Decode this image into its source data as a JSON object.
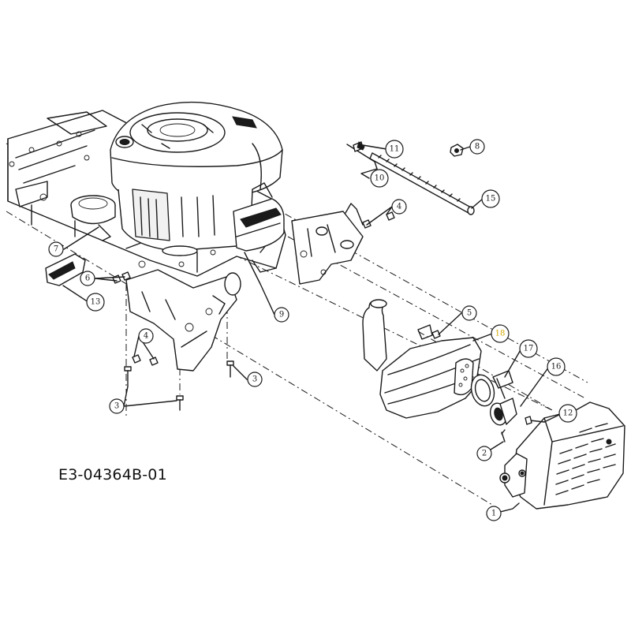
{
  "drawing": {
    "code": "E3-04364B-01"
  },
  "callouts": [
    {
      "id": "c1",
      "label": "1",
      "part": "muffler-heat-shield"
    },
    {
      "id": "c2",
      "label": "2",
      "part": "screw-gasket"
    },
    {
      "id": "c3a",
      "label": "3",
      "part": "bolt"
    },
    {
      "id": "c3b",
      "label": "3",
      "part": "bolt"
    },
    {
      "id": "c4a",
      "label": "4",
      "part": "nut"
    },
    {
      "id": "c4b",
      "label": "4",
      "part": "nut"
    },
    {
      "id": "c5",
      "label": "5",
      "part": "nut"
    },
    {
      "id": "c6",
      "label": "6",
      "part": "screw"
    },
    {
      "id": "c7",
      "label": "7",
      "part": "engine-pulley"
    },
    {
      "id": "c8",
      "label": "8",
      "part": "nut"
    },
    {
      "id": "c9",
      "label": "9",
      "part": "engine"
    },
    {
      "id": "c10",
      "label": "10",
      "part": "cable"
    },
    {
      "id": "c11",
      "label": "11",
      "part": "clip"
    },
    {
      "id": "c12",
      "label": "12",
      "part": "screw"
    },
    {
      "id": "c13",
      "label": "13",
      "part": "belt-guide"
    },
    {
      "id": "c15",
      "label": "15",
      "part": "rod"
    },
    {
      "id": "c16",
      "label": "16",
      "part": "spark-arrestor"
    },
    {
      "id": "c17",
      "label": "17",
      "part": "gasket"
    },
    {
      "id": "c18",
      "label": "18",
      "part": "muffler",
      "highlight": true
    }
  ],
  "colors": {
    "ink": "#1a1a1a",
    "paper": "#ffffff",
    "highlight": "#d4a800"
  }
}
